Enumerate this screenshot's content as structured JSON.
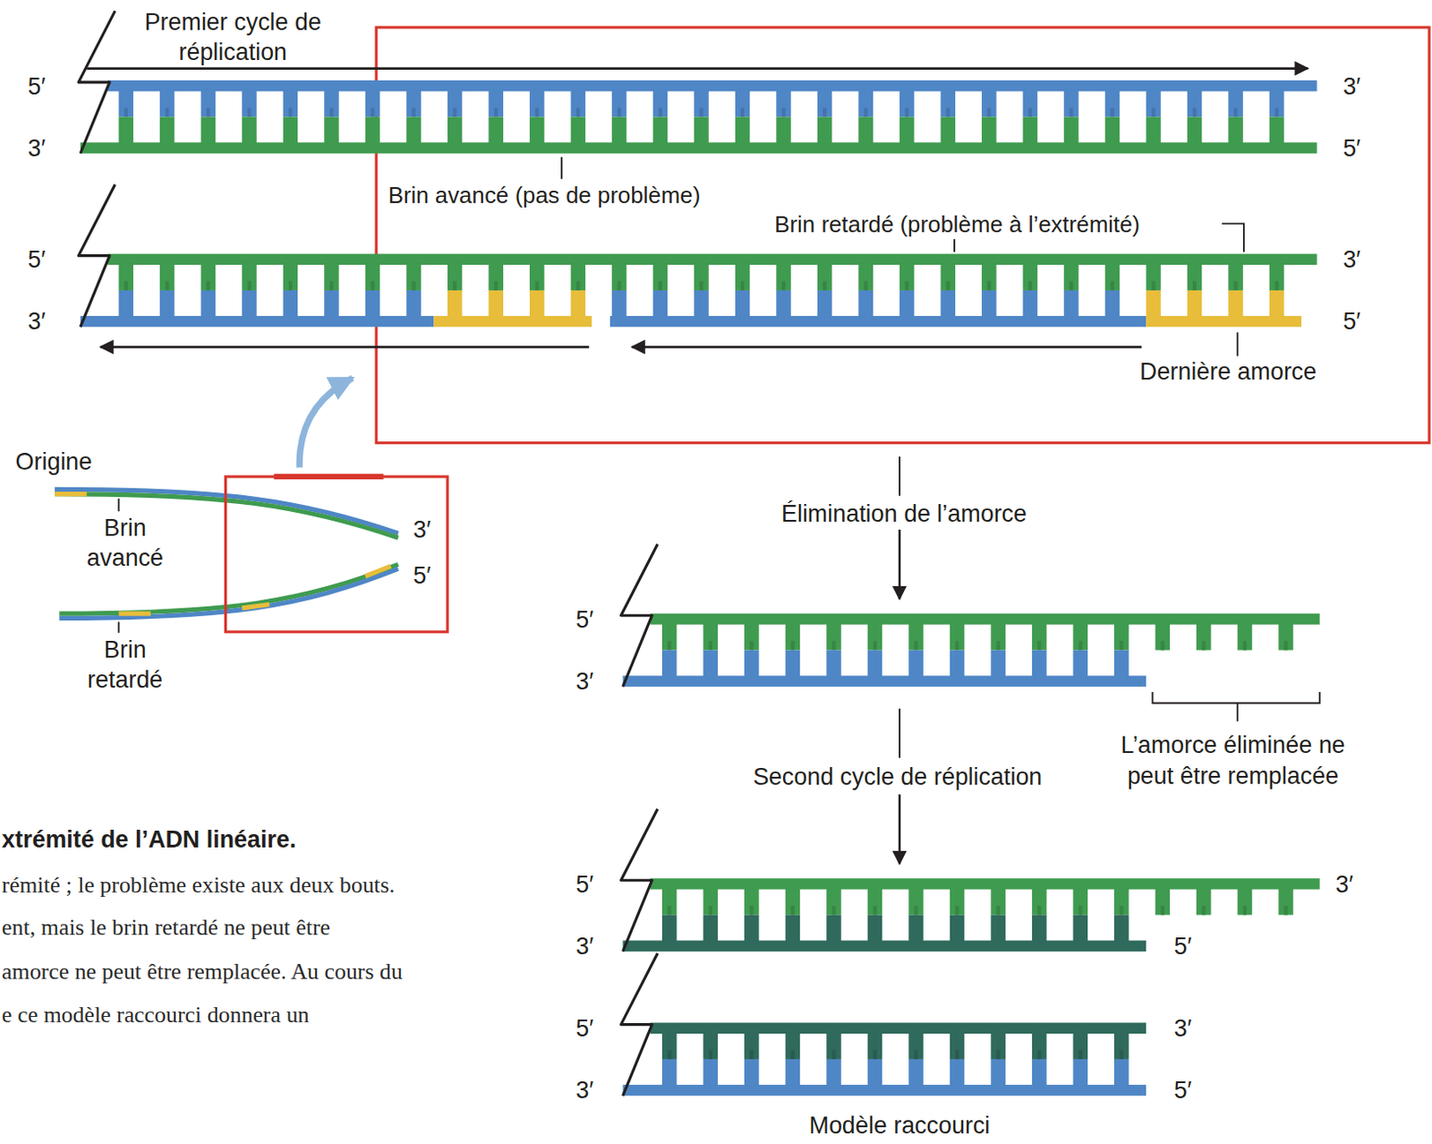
{
  "diagram": {
    "caption": "xtrémité de l’ADN linéaire.",
    "labels": [
      "Premier cycle de réplication",
      "5′",
      "3′",
      "3′",
      "5′",
      "Brin avancé (pas de problème)",
      "Brin retardé (problème à l’extrémité)",
      "5′",
      "3′",
      "3′",
      "5′",
      "Dernière amorce",
      "Origine",
      "Brin avancé",
      "Brin retardé",
      "3′",
      "5′",
      "Élimination de l’amorce",
      "5′",
      "3′",
      "L’amorce éliminée ne peut être remplacée",
      "Second cycle de réplication",
      "5′",
      "3′",
      "3′",
      "5′",
      "5′",
      "3′",
      "3′",
      "5′",
      "Modèle raccourci",
      "rémité ; le problème existe aux deux bouts.",
      "ent, mais le brin retardé ne peut être",
      "amorce ne peut être remplacée. Au cours du",
      "e ce modèle raccourci donnera un"
    ]
  }
}
